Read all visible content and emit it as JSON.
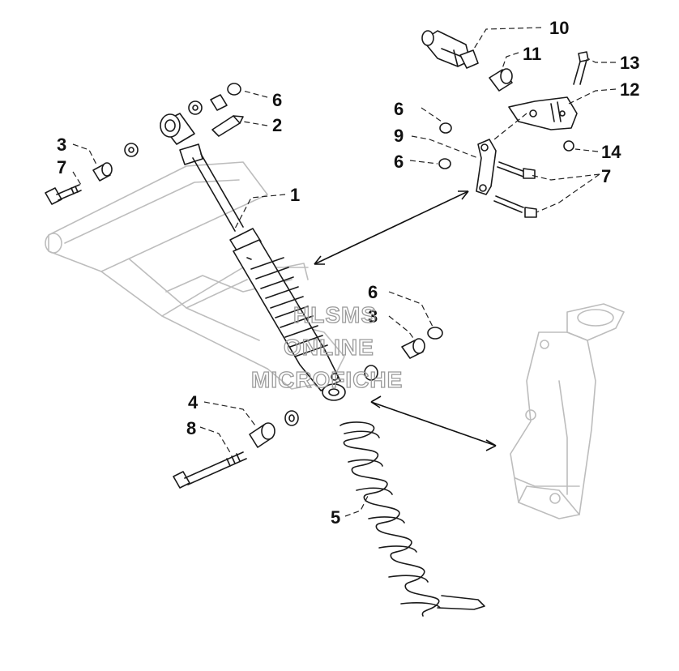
{
  "diagram": {
    "callouts": [
      {
        "id": "c10",
        "text": "10"
      },
      {
        "id": "c11",
        "text": "11"
      },
      {
        "id": "c13",
        "text": "13"
      },
      {
        "id": "c12",
        "text": "12"
      },
      {
        "id": "c6a",
        "text": "6"
      },
      {
        "id": "c2",
        "text": "2"
      },
      {
        "id": "c6b",
        "text": "6"
      },
      {
        "id": "c9",
        "text": "9"
      },
      {
        "id": "c14",
        "text": "14"
      },
      {
        "id": "c6c",
        "text": "6"
      },
      {
        "id": "c7a",
        "text": "7"
      },
      {
        "id": "c3a",
        "text": "3"
      },
      {
        "id": "c7b",
        "text": "7"
      },
      {
        "id": "c1",
        "text": "1"
      },
      {
        "id": "c6d",
        "text": "6"
      },
      {
        "id": "c3b",
        "text": "3"
      },
      {
        "id": "c4",
        "text": "4"
      },
      {
        "id": "c8",
        "text": "8"
      },
      {
        "id": "c5",
        "text": "5"
      }
    ],
    "watermark": [
      "HLSMS",
      "ONLINE",
      "MICROFICHE"
    ]
  }
}
